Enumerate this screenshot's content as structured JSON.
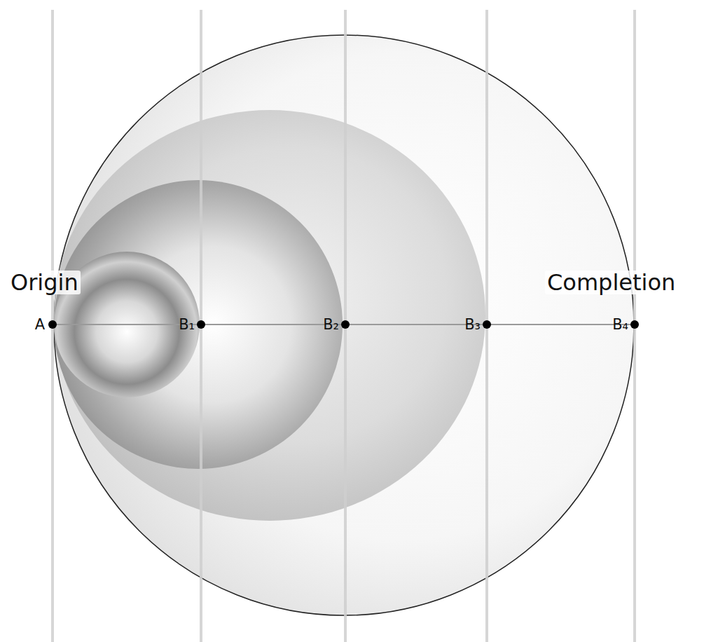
{
  "diagram": {
    "labels": [
      "Origin",
      "A",
      "B₁",
      "B₂",
      "B₃",
      "B₄",
      "Completion"
    ]
  }
}
